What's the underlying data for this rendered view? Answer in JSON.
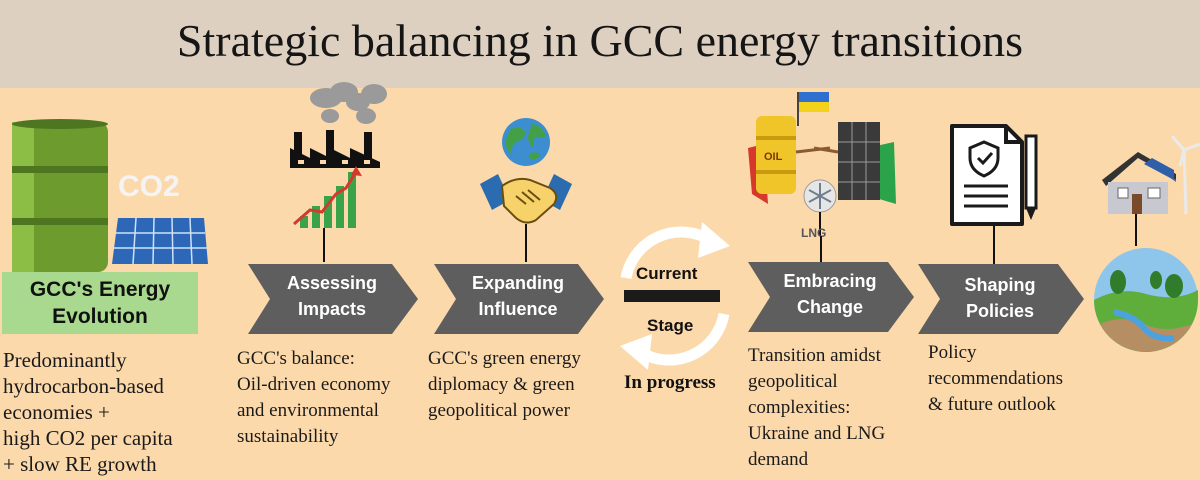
{
  "title": "Strategic balancing in GCC energy transitions",
  "evolution": {
    "title_line1": "GCC's Energy",
    "title_line2": "Evolution",
    "co2_label": "CO2",
    "desc": [
      "Predominantly",
      "hydrocarbon-based",
      "economies +",
      "high CO2  per capita",
      "+ slow RE growth"
    ]
  },
  "steps": [
    {
      "line1": "Assessing",
      "line2": "Impacts",
      "desc": [
        "GCC's balance:",
        "Oil-driven economy",
        "and environmental",
        "sustainability"
      ]
    },
    {
      "line1": "Expanding",
      "line2": "Influence",
      "desc": [
        "GCC's green energy",
        "diplomacy & green",
        "geopolitical power"
      ]
    },
    {
      "line1": "Embracing",
      "line2": "Change",
      "desc": [
        "Transition amidst",
        "geopolitical",
        "complexities:",
        "Ukraine and LNG",
        "demand"
      ]
    },
    {
      "line1": "Shaping",
      "line2": "Policies",
      "desc": [
        "Policy",
        "recommendations",
        "& future outlook"
      ]
    }
  ],
  "stage": {
    "current": "Current",
    "stage": "Stage",
    "status": "In progress"
  },
  "icon_labels": {
    "oil": "OIL",
    "lng": "LNG"
  },
  "colors": {
    "background": "#fcd9ab",
    "header": "#ddd0c0",
    "chevron": "#5e5e5e",
    "evolution_box": "#a9d98e"
  }
}
